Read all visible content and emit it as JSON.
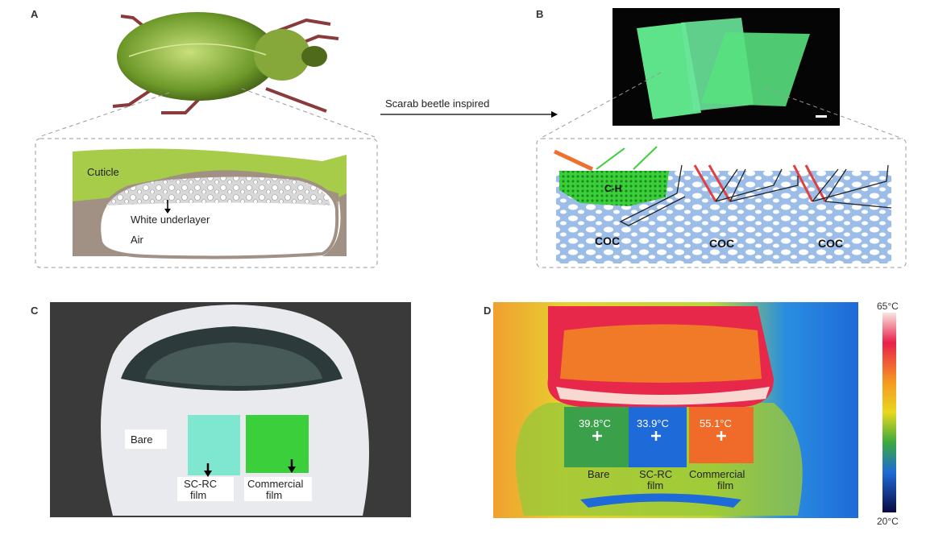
{
  "panels": {
    "a": {
      "label": "A",
      "cuticle": "Cuticle",
      "underlayer": "White underlayer",
      "air": "Air"
    },
    "arrow_text": "Scarab beetle inspired",
    "b": {
      "label": "B",
      "ch": "C-H",
      "coc": "COC"
    },
    "c": {
      "label": "C",
      "bare": "Bare",
      "scrc_line1": "SC-RC",
      "scrc_line2": "film",
      "comm_line1": "Commercial",
      "comm_line2": "film"
    },
    "d": {
      "label": "D",
      "temps": [
        "39.8°C",
        "33.9°C",
        "55.1°C"
      ],
      "bare": "Bare",
      "scrc_line1": "SC-RC",
      "scrc_line2": "film",
      "comm_line1": "Commercial",
      "comm_line2": "film",
      "scale_max": "65°C",
      "scale_min": "20°C"
    }
  },
  "colors": {
    "cuticle": "#a6cc4a",
    "tissue": "#a19185",
    "film_blue": "#9bbde8",
    "film_green": "#3ccf3c"
  }
}
